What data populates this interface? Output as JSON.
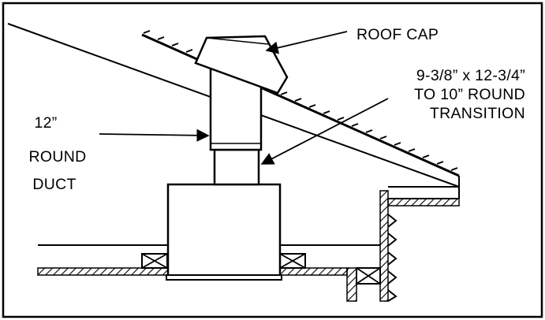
{
  "labels": {
    "roof_cap": "ROOF CAP",
    "transition_line1": "9-3/8” x 12-3/4”",
    "transition_line2": "TO 10” ROUND",
    "transition_line3": "TRANSITION",
    "duct_line1": "12”",
    "duct_line2": "ROUND",
    "duct_line3": "DUCT"
  },
  "colors": {
    "ink": "#000000",
    "paper": "#ffffff"
  }
}
